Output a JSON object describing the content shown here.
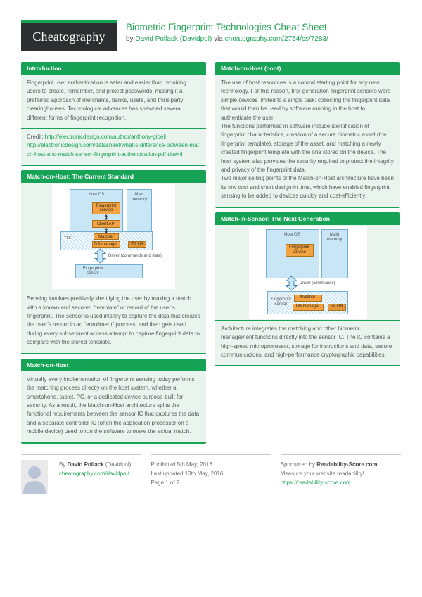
{
  "colors": {
    "brand_green": "#16a355",
    "card_bg": "#e9f4ee",
    "body_text": "#595d5f",
    "diagram_blue": "#c9e6f6",
    "diagram_orange": "#f2a240",
    "logo_bg": "#2d2e30"
  },
  "header": {
    "logo_text": "Cheatography",
    "title": "Biometric Fingerprint Technologies Cheat Sheet",
    "byline_prefix": "by",
    "author": "David Pollack (Davidpol)",
    "via": "via",
    "sheet_url": "cheatography.com/2754/cs/7283/"
  },
  "left": {
    "intro": {
      "title": "Introduction",
      "body": "Fingerprint user authentication is safer and easier than requiring users to create, remember, and protect passwords, making it a preferred approach of merchants, banks, users, and third-party clearinghouses. Technological advances has spawned several different forms of fingerprint recognition.",
      "credit_label": "Credit:",
      "credit_link1": "http://electronicdesign.com/author/anthony-gioeli",
      "credit_link2": "http://electronicdesign.com/datasheet/what-s-difference-between-match-host-and-match-sensor-fingerprint-authentication-pdf-downl"
    },
    "moh_standard": {
      "title": "Match-on-Host: The Current Standard",
      "body": "Sensing involves positively identifying the user by making a match with a known and secured “template” or record of the user’s fingerprint. The sensor is used initially to capture the data that creates the user’s record in an “enrollment” process, and then gets used during every subsequent access attempt to capture fingerprint data to compare with the stored template."
    },
    "moh": {
      "title": "Match-on-Host",
      "body": "Virtually every implementation of fingerprint sensing today performs the matching process directly on the host system, whether a smartphone, tablet, PC, or a dedicated device purpose-built for security. As a result, the Match-on-Host architecture splits the functional requirements between the sensor IC that captures the data and a separate controller IC (often the application processor on a mobile device) used to run the software to make the actual match."
    }
  },
  "right": {
    "moh_cont": {
      "title": "Match-on-Host (cont)",
      "p1": "The use of host resources is a natural starting point for any new technology. For this reason, first-generation fingerprint sensors were simple devices limited to a single task: collecting the fingerprint data that would then be used by software running in the host to authenticate the user.",
      "p2": "The functions performed in software include identification of fingerprint characteristics, creation of a secure biometric asset (the fingerprint template), storage of the asset, and matching a newly created fingerprint template with the one stored on the device. The host system also provides the security required to protect the integrity and privacy of the fingerprint data.",
      "p3": "Two major selling points of the Match-on-Host architecture have been its low cost and short design-in time, which have enabled fingerprint sensing to be added to devices quickly and cost-efficiently."
    },
    "mis": {
      "title": "Match-in-Sensor: The Next Generation",
      "body": "Architecture integrates the matching and other biometric management functions directly into the sensor IC. The IC contains a high-speed microprocessor, storage for instructions and data, secure communications, and high-performance cryptographic capabilities."
    }
  },
  "diagram1": {
    "host_os": "Host OS",
    "main_memory": "Main memory",
    "fingerprint_service": "Fingerprint service",
    "client_api": "Client API",
    "tee": "TEE",
    "matcher": "Matcher",
    "db_manager": "DB manager",
    "fp_db": "FP DB",
    "driver": "Driver (commands and data)",
    "fingerprint_sensor": "Fingerprint sensor"
  },
  "diagram2": {
    "host_os": "Host OS",
    "main_memory": "Main memory",
    "fingerprint_service": "Fingerprint service",
    "driver": "Driver (commands)",
    "fingerprint_sensor": "Fingerprint sensor",
    "matcher": "Matcher",
    "db_manager": "DB manager",
    "fp_db": "FP DB"
  },
  "footer": {
    "by": "By",
    "author": "David Pollack",
    "handle": "(Davidpol)",
    "profile_url": "cheatography.com/davidpol/",
    "published": "Published 5th May, 2016.",
    "updated": "Last updated 13th May, 2016.",
    "page_label": "Page 1 of 2.",
    "sponsor_prefix": "Sponsored by",
    "sponsor_name": "Readability-Score.com",
    "sponsor_tagline": "Measure your website readability!",
    "sponsor_url": "https://readability-score.com"
  }
}
